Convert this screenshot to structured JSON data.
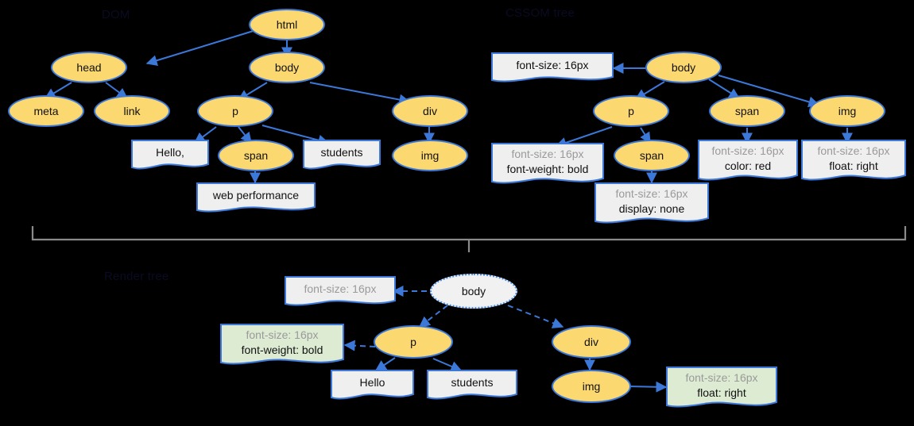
{
  "diagram": {
    "title_dom": "DOM",
    "title_cssom": "CSSOM tree",
    "title_render": "Render tree",
    "colors": {
      "node_fill": "#FCD870",
      "node_stroke": "#3C78D8",
      "doc_fill": "#EFEFEF",
      "doc_fill_green": "#DDEBD3",
      "ghost_fill": "#F1F1F1",
      "inherited_text": "#9a9a9a",
      "bracket": "#8a8a8a",
      "background": "#000000"
    }
  },
  "dom_tree": {
    "nodes": [
      {
        "id": "html",
        "label": "html"
      },
      {
        "id": "head",
        "label": "head"
      },
      {
        "id": "body",
        "label": "body"
      },
      {
        "id": "meta",
        "label": "meta"
      },
      {
        "id": "link",
        "label": "link"
      },
      {
        "id": "p",
        "label": "p"
      },
      {
        "id": "div",
        "label": "div"
      },
      {
        "id": "span",
        "label": "span"
      },
      {
        "id": "img",
        "label": "img"
      }
    ],
    "text_nodes": [
      {
        "id": "hello",
        "label": "Hello,"
      },
      {
        "id": "students",
        "label": "students"
      },
      {
        "id": "webperf",
        "label": "web performance"
      }
    ],
    "edges": [
      [
        "html",
        "head"
      ],
      [
        "html",
        "body"
      ],
      [
        "head",
        "meta"
      ],
      [
        "head",
        "link"
      ],
      [
        "body",
        "p"
      ],
      [
        "body",
        "div"
      ],
      [
        "p",
        "hello"
      ],
      [
        "p",
        "span"
      ],
      [
        "p",
        "students"
      ],
      [
        "span",
        "webperf"
      ],
      [
        "div",
        "img"
      ]
    ]
  },
  "cssom_tree": {
    "nodes": [
      {
        "id": "body",
        "label": "body"
      },
      {
        "id": "p",
        "label": "p"
      },
      {
        "id": "span2",
        "label": "span"
      },
      {
        "id": "span",
        "label": "span"
      },
      {
        "id": "img",
        "label": "img"
      }
    ],
    "styles": [
      {
        "id": "body_style",
        "inherited": "",
        "own": "font-size: 16px"
      },
      {
        "id": "p_style",
        "inherited": "font-size: 16px",
        "own": "font-weight: bold"
      },
      {
        "id": "span2_style",
        "inherited": "font-size: 16px",
        "own": "display: none"
      },
      {
        "id": "span_style",
        "inherited": "font-size: 16px",
        "own": "color: red"
      },
      {
        "id": "img_style",
        "inherited": "font-size: 16px",
        "own": "float: right"
      }
    ],
    "edges": [
      [
        "body",
        "body_style"
      ],
      [
        "body",
        "p"
      ],
      [
        "body",
        "span"
      ],
      [
        "body",
        "img"
      ],
      [
        "p",
        "p_style"
      ],
      [
        "p",
        "span2"
      ],
      [
        "span2",
        "span2_style"
      ],
      [
        "span",
        "span_style"
      ],
      [
        "img",
        "img_style"
      ]
    ]
  },
  "render_tree": {
    "nodes": [
      {
        "id": "body",
        "label": "body",
        "ghost": true
      },
      {
        "id": "p",
        "label": "p",
        "ghost": false
      },
      {
        "id": "div",
        "label": "div",
        "ghost": false
      },
      {
        "id": "img",
        "label": "img",
        "ghost": false
      }
    ],
    "text_nodes": [
      {
        "id": "hello",
        "label": "Hello"
      },
      {
        "id": "students",
        "label": "students"
      }
    ],
    "styles": [
      {
        "id": "body_style",
        "inherited": "",
        "own": "font-size: 16px",
        "green": false
      },
      {
        "id": "p_style",
        "inherited": "font-size: 16px",
        "own": "font-weight: bold",
        "green": true
      },
      {
        "id": "img_style",
        "inherited": "font-size: 16px",
        "own": "float: right",
        "green": true
      }
    ],
    "edges": [
      [
        "body",
        "body_style"
      ],
      [
        "body",
        "p"
      ],
      [
        "body",
        "div"
      ],
      [
        "p",
        "p_style"
      ],
      [
        "p",
        "hello"
      ],
      [
        "p",
        "students"
      ],
      [
        "div",
        "img"
      ],
      [
        "img",
        "img_style"
      ]
    ]
  }
}
